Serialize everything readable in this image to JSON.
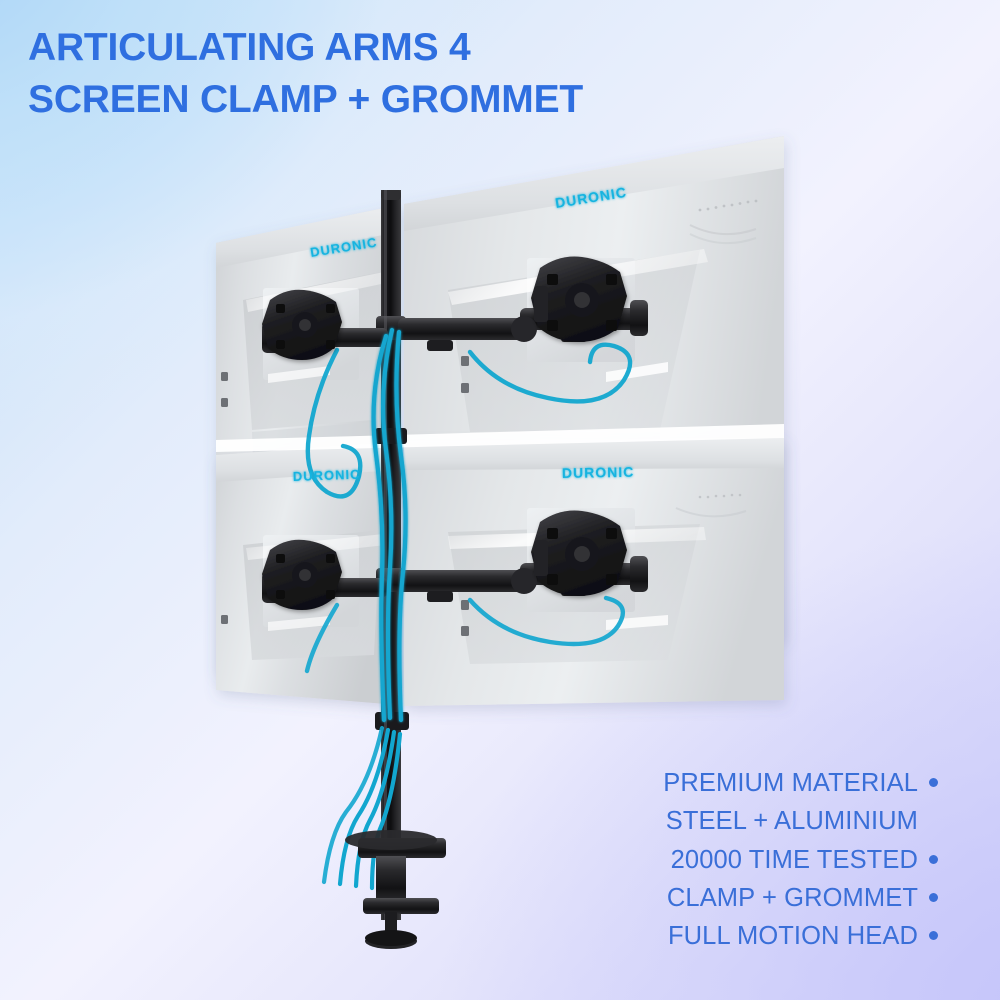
{
  "banner": {
    "background_gradient": {
      "top_left": "#bfdef8",
      "mid": "#f2f2fe",
      "bottom_right": "#cdcdfa"
    }
  },
  "title": {
    "color": "#2f6fe0",
    "lines": [
      "ARTICULATING ARMS 4",
      "SCREEN CLAMP + GROMMET"
    ]
  },
  "features": {
    "color": "#3a6fd8",
    "bullet_color": "#3a6fd8",
    "items": [
      {
        "text": "PREMIUM MATERIAL",
        "bullet": true
      },
      {
        "text": "STEEL + ALUMINIUM",
        "bullet": false
      },
      {
        "text": "20000 TIME TESTED",
        "bullet": true
      },
      {
        "text": "CLAMP + GROMMET",
        "bullet": true
      },
      {
        "text": "FULL MOTION HEAD",
        "bullet": true
      }
    ]
  },
  "product": {
    "name": "quad-monitor-desk-mount",
    "brand_logo_text": "DURONIC",
    "brand_logo_color": "#16b4e0",
    "monitor_count": 4,
    "monitor_body_color": "#d8dadc",
    "hardware_color": "#1b1b1d",
    "cable_color": "#12a6cf",
    "mount_type": "clamp + grommet",
    "pole": "vertical-steel-pole",
    "base": "c-clamp-desk-base"
  }
}
